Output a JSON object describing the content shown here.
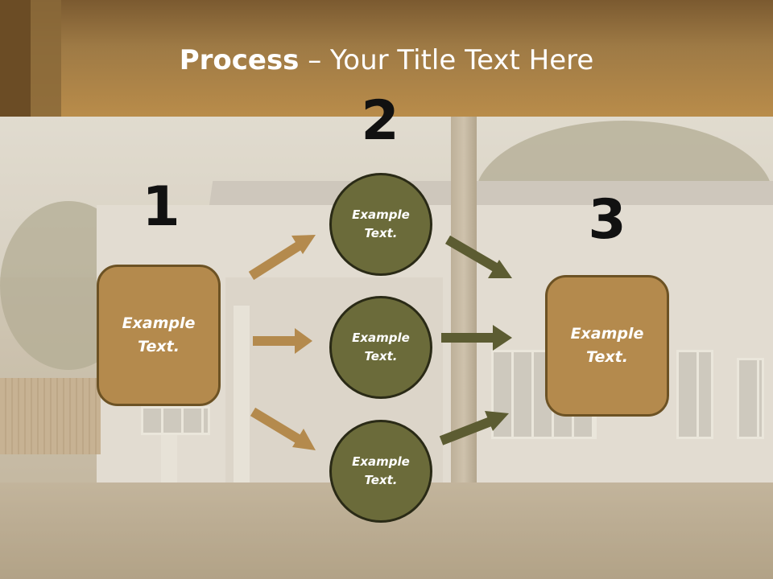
{
  "title": {
    "bold": "Process",
    "rest": " – Your Title Text Here"
  },
  "steps": {
    "one": "1",
    "two": "2",
    "three": "3"
  },
  "nodes": {
    "left_box": "Example\nText.",
    "circle_top": "Example\nText.",
    "circle_middle": "Example\nText.",
    "circle_bottom": "Example\nText.",
    "right_box": "Example\nText."
  },
  "colors": {
    "header": "#b98c4a",
    "box_fill": "#b48a4d",
    "circle_fill": "#6b6b3a",
    "arrow_tan": "#b48a4d",
    "arrow_olive": "#5c5c32"
  }
}
